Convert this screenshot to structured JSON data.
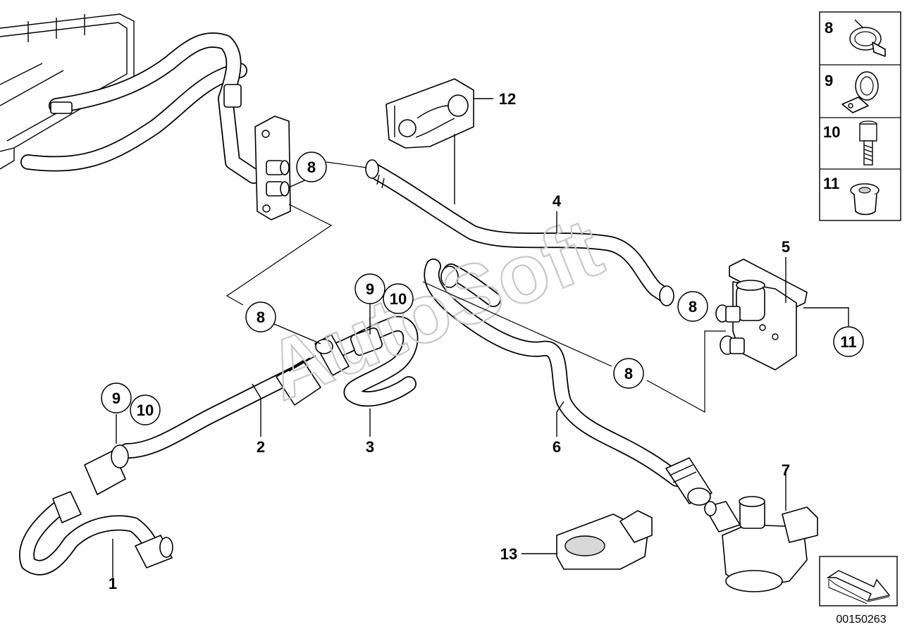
{
  "diagram": {
    "watermark": "AutoSoft",
    "catalog_number": "00150263",
    "callouts": [
      {
        "id": "c1",
        "label": "1",
        "circled": false
      },
      {
        "id": "c2",
        "label": "2",
        "circled": false
      },
      {
        "id": "c3",
        "label": "3",
        "circled": false
      },
      {
        "id": "c4",
        "label": "4",
        "circled": false
      },
      {
        "id": "c5",
        "label": "5",
        "circled": false
      },
      {
        "id": "c6",
        "label": "6",
        "circled": false
      },
      {
        "id": "c7",
        "label": "7",
        "circled": false
      },
      {
        "id": "c12",
        "label": "12",
        "circled": false
      },
      {
        "id": "c13",
        "label": "13",
        "circled": false
      },
      {
        "id": "c8a",
        "label": "8",
        "circled": true
      },
      {
        "id": "c8b",
        "label": "8",
        "circled": true
      },
      {
        "id": "c8c",
        "label": "8",
        "circled": true
      },
      {
        "id": "c8d",
        "label": "8",
        "circled": true
      },
      {
        "id": "c9a",
        "label": "9",
        "circled": true
      },
      {
        "id": "c10a",
        "label": "10",
        "circled": true
      },
      {
        "id": "c9b",
        "label": "9",
        "circled": true
      },
      {
        "id": "c10b",
        "label": "10",
        "circled": true
      },
      {
        "id": "c11",
        "label": "11",
        "circled": true
      }
    ],
    "legend": [
      {
        "number": "8",
        "part_icon": "hose-clamp-icon"
      },
      {
        "number": "9",
        "part_icon": "retaining-clip-icon"
      },
      {
        "number": "10",
        "part_icon": "bolt-icon"
      },
      {
        "number": "11",
        "part_icon": "rubber-grommet-icon"
      }
    ]
  }
}
